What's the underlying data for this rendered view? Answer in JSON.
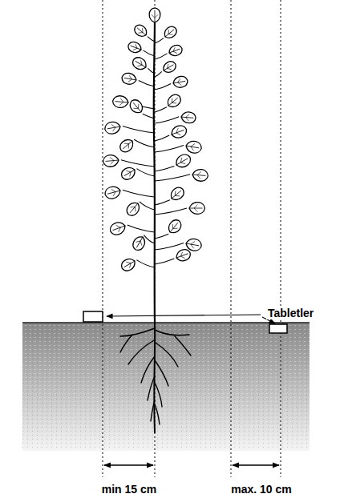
{
  "diagram": {
    "labels": [
      "Tabletler",
      "min 15 cm",
      "max. 10 cm"
    ]
  }
}
